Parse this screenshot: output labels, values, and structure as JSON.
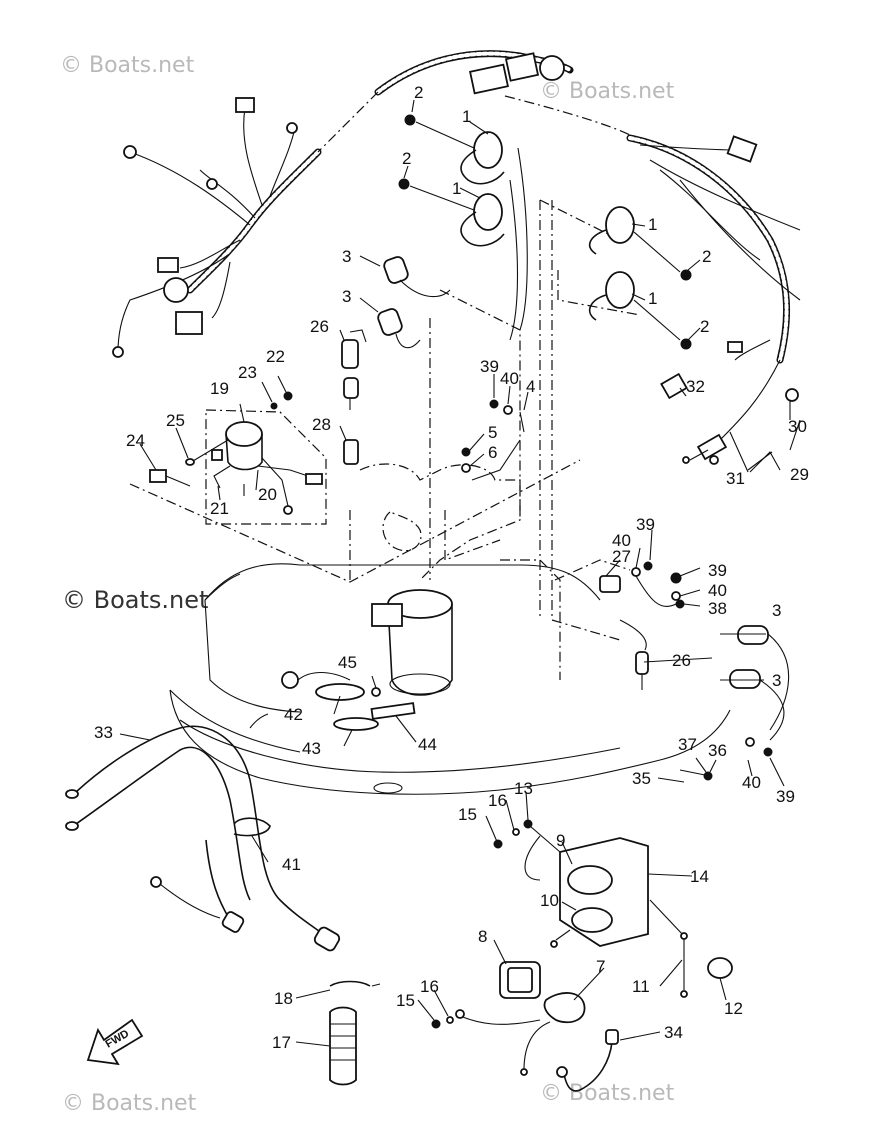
{
  "watermarks": [
    "© Boats.net",
    "© Boats.net",
    "© Boats.net",
    "© Boats.net",
    "© Boats.net"
  ],
  "fwd_label": "FWD",
  "callouts": {
    "c1a": "1",
    "c1b": "1",
    "c1c": "1",
    "c1d": "1",
    "c2a": "2",
    "c2b": "2",
    "c2c": "2",
    "c2d": "2",
    "c3a": "3",
    "c3b": "3",
    "c3c": "3",
    "c3d": "3",
    "c4": "4",
    "c5": "5",
    "c6": "6",
    "c7": "7",
    "c8": "8",
    "c9": "9",
    "c10": "10",
    "c11": "11",
    "c12": "12",
    "c13": "13",
    "c14": "14",
    "c15a": "15",
    "c15b": "15",
    "c16a": "16",
    "c16b": "16",
    "c17": "17",
    "c18": "18",
    "c19": "19",
    "c20": "20",
    "c21": "21",
    "c22": "22",
    "c23": "23",
    "c24": "24",
    "c25": "25",
    "c26a": "26",
    "c26b": "26",
    "c27": "27",
    "c28": "28",
    "c29": "29",
    "c30": "30",
    "c31": "31",
    "c32": "32",
    "c33": "33",
    "c34": "34",
    "c35": "35",
    "c36": "36",
    "c37": "37",
    "c38": "38",
    "c39a": "39",
    "c39b": "39",
    "c39c": "39",
    "c39d": "39",
    "c40a": "40",
    "c40b": "40",
    "c40c": "40",
    "c40d": "40",
    "c41": "41",
    "c42": "42",
    "c43": "43",
    "c44": "44",
    "c45": "45"
  }
}
